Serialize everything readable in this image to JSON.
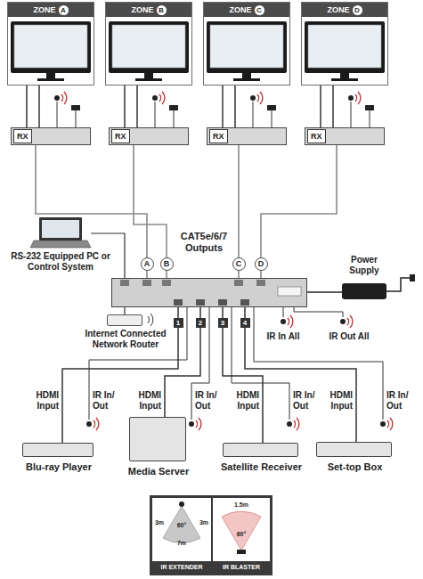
{
  "diagram": {
    "nodes": [
      {
        "text": [
          "ZONE",
          "A"
        ]
      },
      {
        "text": [
          "ZONE",
          "B"
        ]
      },
      {
        "text": [
          "ZONE",
          "C"
        ]
      },
      {
        "text": [
          "ZONE",
          "D"
        ]
      },
      {
        "text": [
          "RX"
        ]
      },
      {
        "text": [
          "RX"
        ]
      },
      {
        "text": [
          "RX"
        ]
      },
      {
        "text": [
          "RX"
        ]
      },
      {
        "text": [
          "RS-232 Equipped PC or Control System"
        ]
      },
      {
        "text": [
          "CAT5e/6/7 Outputs"
        ]
      },
      {
        "text": [
          "Power Supply"
        ]
      },
      {
        "text": [
          "Internet Connected Network Router"
        ]
      },
      {
        "text": [
          "Blu-ray Player"
        ]
      },
      {
        "text": [
          "Media Server"
        ]
      },
      {
        "text": [
          "Satellite Receiver"
        ]
      },
      {
        "text": [
          "Set-top Box"
        ]
      }
    ],
    "edges": [
      {
        "from": 9,
        "to": 4,
        "arrow": "none",
        "label": "A"
      },
      {
        "from": 9,
        "to": 5,
        "arrow": "none",
        "label": "B"
      },
      {
        "from": 9,
        "to": 6,
        "arrow": "none",
        "label": "C"
      },
      {
        "from": 9,
        "to": 7,
        "arrow": "none",
        "label": "D"
      },
      {
        "from": 8,
        "to": 9,
        "arrow": "none"
      },
      {
        "from": 9,
        "to": 11,
        "arrow": "none"
      },
      {
        "from": 9,
        "to": 10,
        "arrow": "none"
      },
      {
        "from": 12,
        "to": 9,
        "arrow": "none",
        "label": "1"
      },
      {
        "from": 13,
        "to": 9,
        "arrow": "none",
        "label": "2"
      },
      {
        "from": 14,
        "to": 9,
        "arrow": "none",
        "label": "3"
      },
      {
        "from": 15,
        "to": 9,
        "arrow": "none",
        "label": "4"
      },
      {
        "from": 0,
        "to": 4,
        "arrow": "none"
      },
      {
        "from": 1,
        "to": 5,
        "arrow": "none"
      },
      {
        "from": 2,
        "to": 6,
        "arrow": "none"
      },
      {
        "from": 3,
        "to": 7,
        "arrow": "none"
      }
    ],
    "labels": [
      "HDMI Input",
      "IR In/ Out",
      "HDMI Input",
      "IR In/ Out",
      "HDMI Input",
      "IR In/ Out",
      "HDMI Input",
      "IR In/ Out",
      "IR In All",
      "IR Out All",
      "3m",
      "60°",
      "3m",
      "7m",
      "IR EXTENDER",
      "1.5m",
      "60°",
      "IR BLASTER"
    ]
  }
}
